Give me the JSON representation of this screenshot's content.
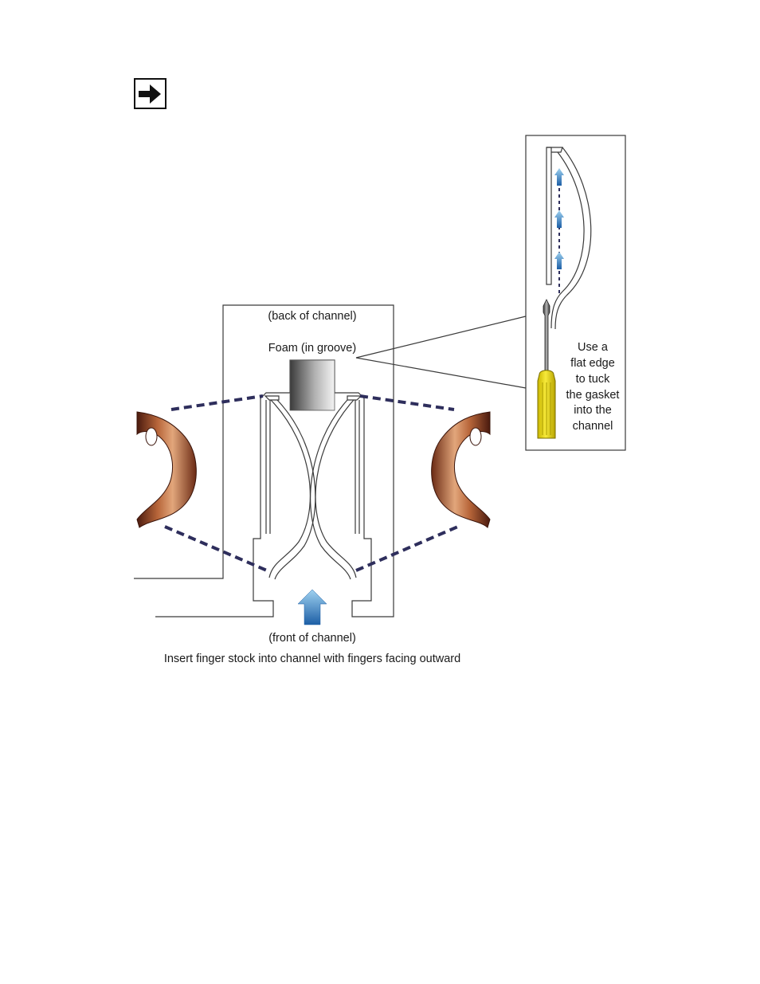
{
  "note_icon": "right-arrow-icon",
  "labels": {
    "back": "(back of channel)",
    "foam": "Foam (in groove)",
    "front": "(front of channel)",
    "caption": "Insert finger stock into channel with fingers facing outward"
  },
  "inset_text": [
    "Use a",
    "flat edge",
    "to tuck",
    "the gasket",
    "into the",
    "channel"
  ],
  "colors": {
    "line": "#3a3a3a",
    "dash": "#2e2e5c",
    "arrow_light": "#9fd2f0",
    "arrow_dark": "#1d5fa6",
    "copper_light": "#e2a67b",
    "copper_dark": "#4a1a0e",
    "screwdriver_yellow": "#f2e21a"
  }
}
